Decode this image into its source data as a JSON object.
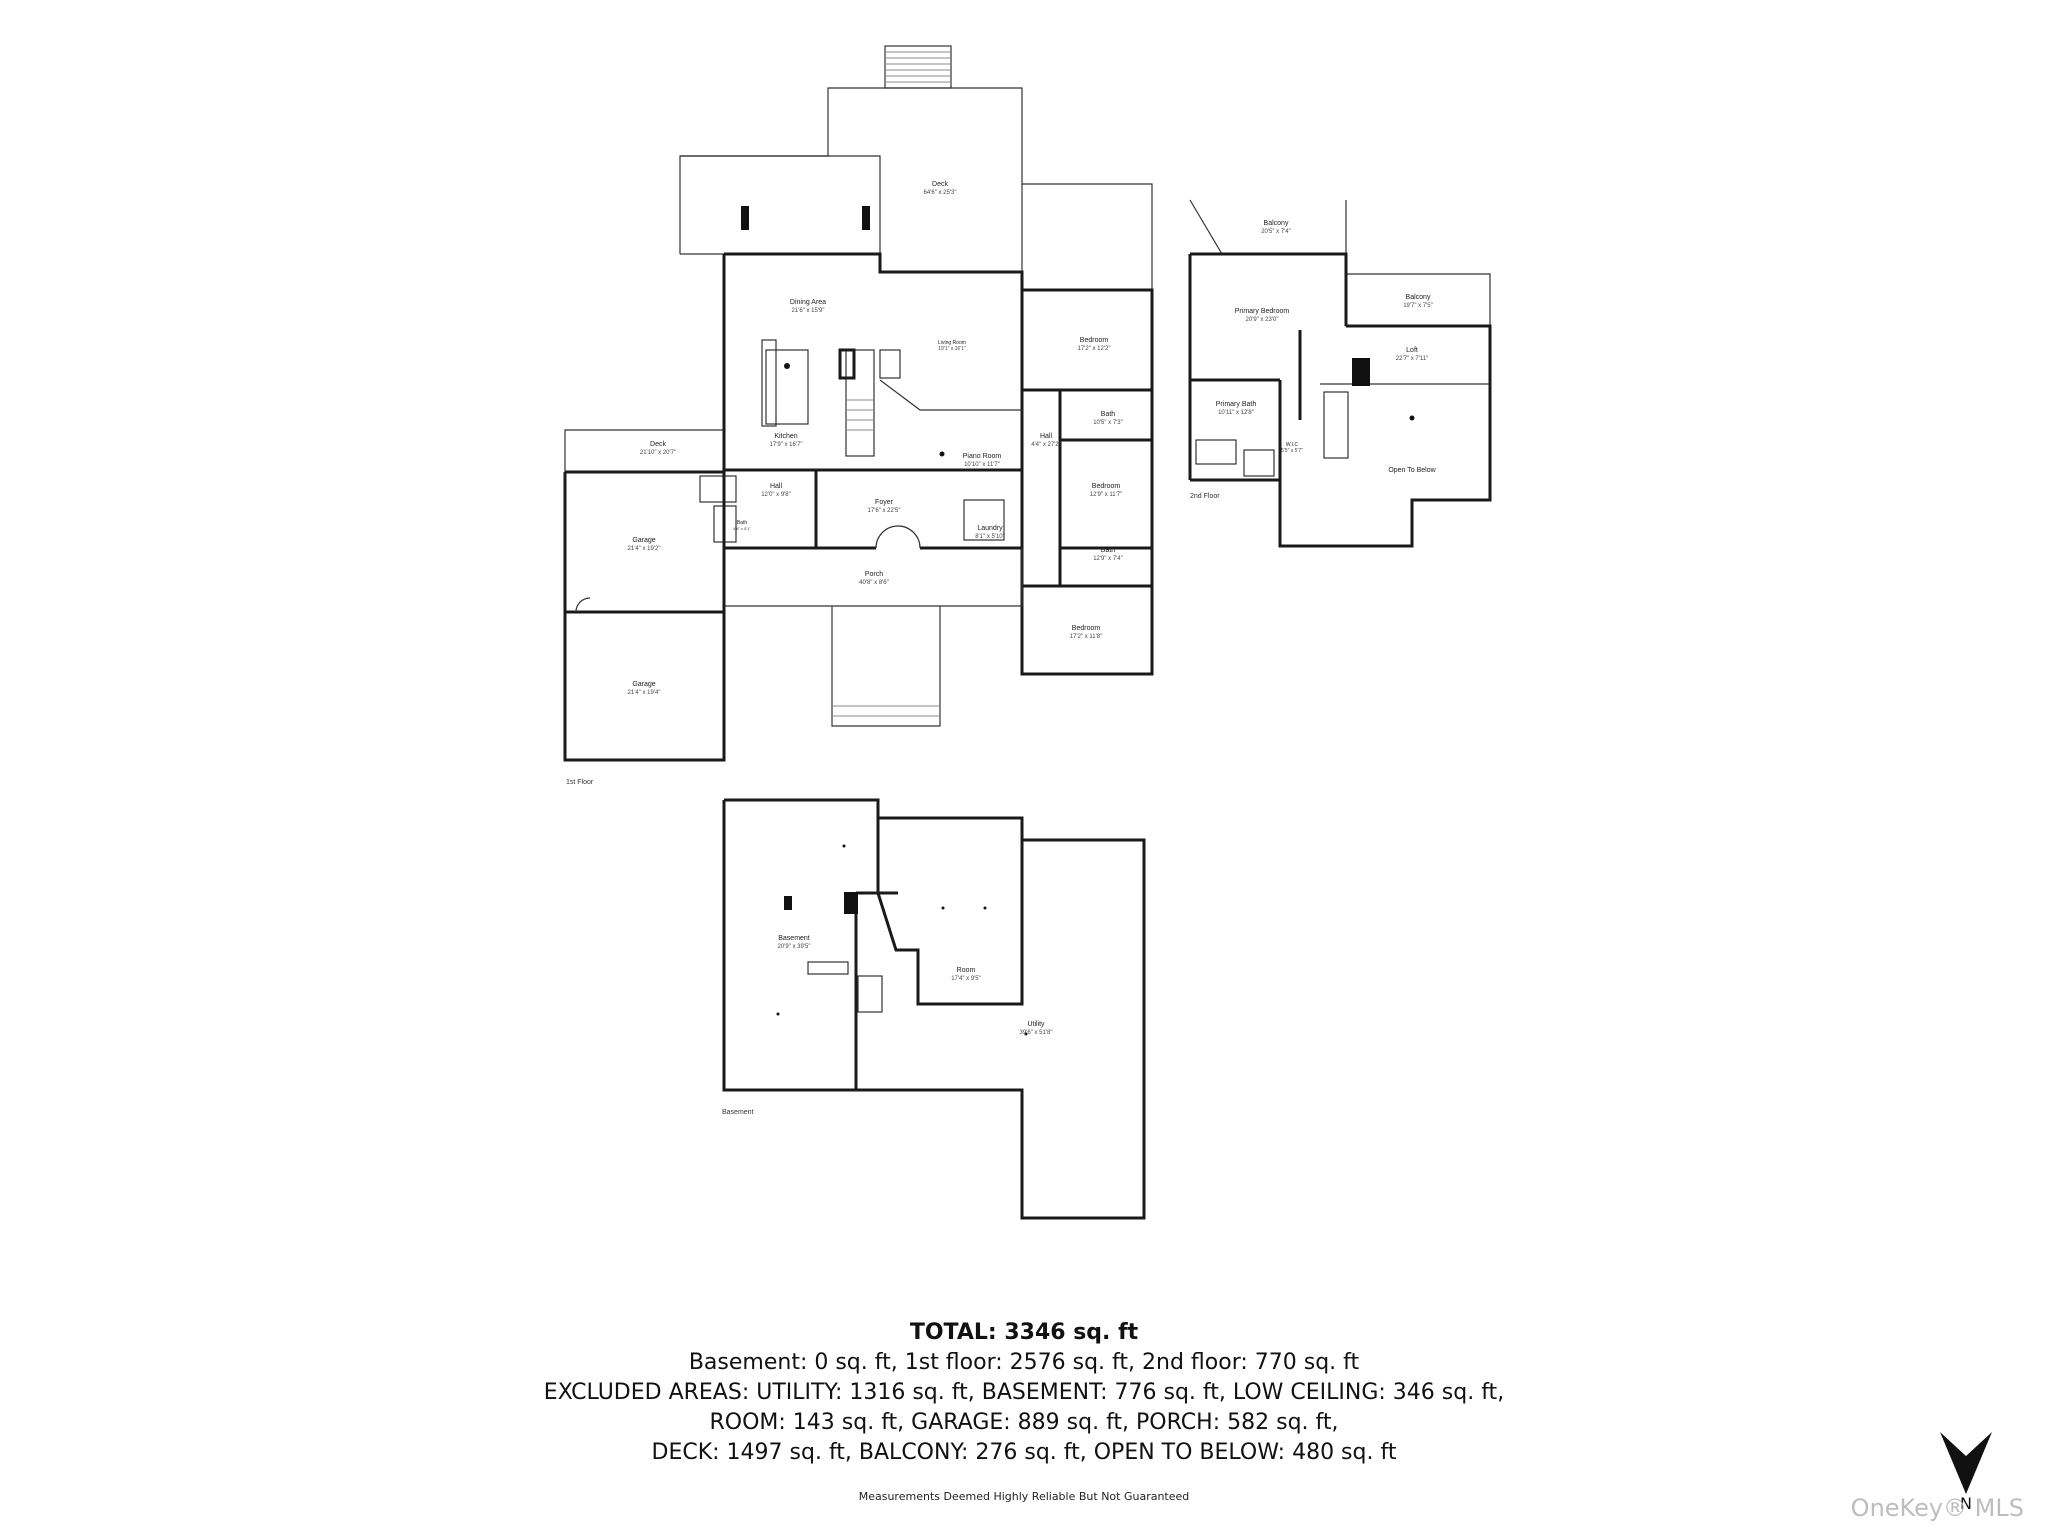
{
  "floors": {
    "first": {
      "label": "1st Floor",
      "rooms": {
        "deck_top": {
          "name": "Deck",
          "dim": "64'6\" x 25'3\""
        },
        "dining": {
          "name": "Dining Area",
          "dim": "21'6\" x 15'9\""
        },
        "living": {
          "name": "Living Room",
          "dim": "19'1\" x 16'1\""
        },
        "bedroom1": {
          "name": "Bedroom",
          "dim": "17'2\" x 12'2\""
        },
        "bath1": {
          "name": "Bath",
          "dim": "10'5\" x 7'3\""
        },
        "kitchen": {
          "name": "Kitchen",
          "dim": "17'9\" x 16'7\""
        },
        "piano": {
          "name": "Piano Room",
          "dim": "10'10\" x 11'7\""
        },
        "hall1": {
          "name": "Hall",
          "dim": "4'4\" x 27'2\""
        },
        "deck_left": {
          "name": "Deck",
          "dim": "21'10\" x 20'7\""
        },
        "hall2": {
          "name": "Hall",
          "dim": "12'0\" x 9'8\""
        },
        "bedroom2": {
          "name": "Bedroom",
          "dim": "12'9\" x 11'7\""
        },
        "garage1": {
          "name": "Garage",
          "dim": "21'4\" x 19'2\""
        },
        "foyer": {
          "name": "Foyer",
          "dim": "17'6\" x 22'5\""
        },
        "laundry": {
          "name": "Laundry",
          "dim": "8'1\" x 5'10\""
        },
        "bath_small": {
          "name": "Bath",
          "dim": "4'6\" x 5'1\""
        },
        "bath2": {
          "name": "Bath",
          "dim": "12'9\" x 7'4\""
        },
        "porch": {
          "name": "Porch",
          "dim": "40'8\" x 8'6\""
        },
        "bedroom3": {
          "name": "Bedroom",
          "dim": "17'2\" x 11'8\""
        },
        "garage2": {
          "name": "Garage",
          "dim": "21'4\" x 19'4\""
        }
      }
    },
    "second": {
      "label": "2nd Floor",
      "rooms": {
        "balcony1": {
          "name": "Balcony",
          "dim": "20'5\" x 7'4\""
        },
        "primary_bed": {
          "name": "Primary Bedroom",
          "dim": "20'9\" x 23'0\""
        },
        "balcony2": {
          "name": "Balcony",
          "dim": "19'7\" x 7'5\""
        },
        "loft": {
          "name": "Loft",
          "dim": "22'7\" x 7'11\""
        },
        "primary_bath": {
          "name": "Primary Bath",
          "dim": "10'11\" x 12'8\""
        },
        "wic": {
          "name": "W.I.C",
          "dim": "5'5\" x 5'7\""
        },
        "open_below": {
          "name": "Open To Below",
          "dim": ""
        }
      }
    },
    "basement": {
      "label": "Basement",
      "rooms": {
        "basement": {
          "name": "Basement",
          "dim": "20'9\" x 39'5\""
        },
        "room": {
          "name": "Room",
          "dim": "17'4\" x 9'5\""
        },
        "utility": {
          "name": "Utility",
          "dim": "39'6\" x 51'8\""
        }
      }
    }
  },
  "summary": {
    "total": "TOTAL: 3346 sq. ft",
    "line1": "Basement: 0 sq. ft, 1st floor: 2576 sq. ft, 2nd floor: 770 sq. ft",
    "line2": "EXCLUDED AREAS: UTILITY: 1316 sq. ft, BASEMENT: 776 sq. ft, LOW CEILING: 346 sq. ft,",
    "line3": "ROOM: 143 sq. ft, GARAGE: 889 sq. ft, PORCH: 582 sq. ft,",
    "line4": "DECK: 1497 sq. ft, BALCONY: 276 sq. ft, OPEN TO BELOW: 480 sq. ft"
  },
  "disclaimer": "Measurements Deemed Highly Reliable But Not Guaranteed",
  "compass": {
    "label": "N",
    "icon": "north-arrow-icon"
  },
  "watermark": "OneKey® MLS"
}
